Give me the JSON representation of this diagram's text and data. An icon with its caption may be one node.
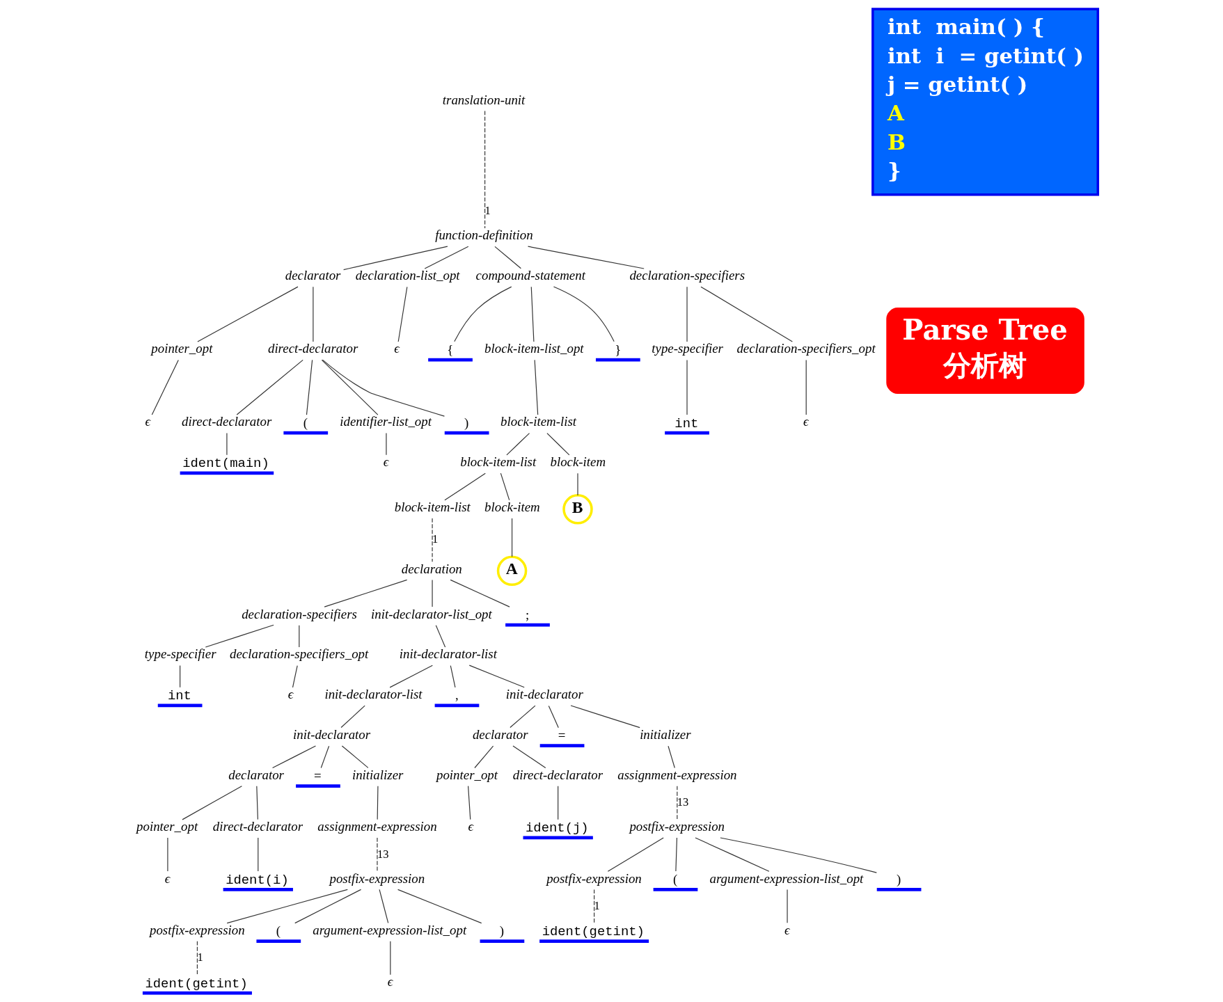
{
  "diagram": {
    "nodes": [
      {
        "text": [
          "translation-unit"
        ]
      },
      {
        "text": [
          "function-definition"
        ]
      },
      {
        "text": [
          "declarator"
        ]
      },
      {
        "text": [
          "declaration-list_opt"
        ]
      },
      {
        "text": [
          "compound-statement"
        ]
      },
      {
        "text": [
          "pointer_opt"
        ]
      },
      {
        "text": [
          "direct-declarator"
        ]
      },
      {
        "text": [
          "ϵ"
        ]
      },
      {
        "text": [
          "{"
        ]
      },
      {
        "text": [
          "block-item-list_opt"
        ]
      },
      {
        "text": [
          "}"
        ]
      },
      {
        "text": [
          "ϵ"
        ]
      },
      {
        "text": [
          "direct-declarator"
        ]
      },
      {
        "text": [
          "("
        ]
      },
      {
        "text": [
          "identifier-list_opt"
        ]
      },
      {
        "text": [
          ")"
        ]
      },
      {
        "text": [
          "block-item-list"
        ]
      },
      {
        "text": [
          "declaration-specifiers"
        ]
      },
      {
        "text": [
          "ident(main)"
        ]
      },
      {
        "text": [
          "ϵ"
        ]
      },
      {
        "text": [
          "block-item-list"
        ]
      },
      {
        "text": [
          "block-item"
        ]
      },
      {
        "text": [
          "type-specifier"
        ]
      },
      {
        "text": [
          "declaration-specifiers_opt"
        ]
      },
      {
        "text": [
          "block-item-list"
        ]
      },
      {
        "text": [
          "block-item"
        ]
      },
      {
        "text": [
          "B"
        ]
      },
      {
        "text": [
          "int"
        ]
      },
      {
        "text": [
          "ϵ"
        ]
      },
      {
        "text": [
          "A"
        ]
      },
      {
        "text": [
          "declaration"
        ]
      },
      {
        "text": [
          "declaration-specifiers"
        ]
      },
      {
        "text": [
          "init-declarator-list_opt"
        ]
      },
      {
        "text": [
          ";"
        ]
      },
      {
        "text": [
          "type-specifier"
        ]
      },
      {
        "text": [
          "declaration-specifiers_opt"
        ]
      },
      {
        "text": [
          "init-declarator-list"
        ]
      },
      {
        "text": [
          "int"
        ]
      },
      {
        "text": [
          "ϵ"
        ]
      },
      {
        "text": [
          "init-declarator-list"
        ]
      },
      {
        "text": [
          ","
        ]
      },
      {
        "text": [
          "init-declarator"
        ]
      },
      {
        "text": [
          "init-declarator"
        ]
      },
      {
        "text": [
          "declarator"
        ]
      },
      {
        "text": [
          "="
        ]
      },
      {
        "text": [
          "initializer"
        ]
      },
      {
        "text": [
          "declarator"
        ]
      },
      {
        "text": [
          "="
        ]
      },
      {
        "text": [
          "initializer"
        ]
      },
      {
        "text": [
          "pointer_opt"
        ]
      },
      {
        "text": [
          "direct-declarator"
        ]
      },
      {
        "text": [
          "assignment-expression"
        ]
      },
      {
        "text": [
          "pointer_opt"
        ]
      },
      {
        "text": [
          "direct-declarator"
        ]
      },
      {
        "text": [
          "assignment-expression"
        ]
      },
      {
        "text": [
          "ϵ"
        ]
      },
      {
        "text": [
          "ident(j)"
        ]
      },
      {
        "text": [
          "postfix-expression"
        ]
      },
      {
        "text": [
          "ϵ"
        ]
      },
      {
        "text": [
          "ident(i)"
        ]
      },
      {
        "text": [
          "postfix-expression"
        ]
      },
      {
        "text": [
          "postfix-expression"
        ]
      },
      {
        "text": [
          "("
        ]
      },
      {
        "text": [
          "argument-expression-list_opt"
        ]
      },
      {
        "text": [
          ")"
        ]
      },
      {
        "text": [
          "postfix-expression"
        ]
      },
      {
        "text": [
          "("
        ]
      },
      {
        "text": [
          "argument-expression-list_opt"
        ]
      },
      {
        "text": [
          ")"
        ]
      },
      {
        "text": [
          "ident(getint)"
        ]
      },
      {
        "text": [
          "ϵ"
        ]
      },
      {
        "text": [
          "ident(getint)"
        ]
      },
      {
        "text": [
          "ϵ"
        ]
      },
      {
        "text": [
          "int  main( ) {",
          "int  i  = getint( )",
          "j = getint( )",
          "A",
          "B",
          "}"
        ]
      },
      {
        "text": [
          "Parse Tree",
          "分析树"
        ]
      }
    ],
    "edges": [
      {
        "from": 0,
        "to": 1,
        "arrow": "none",
        "style": "dashed",
        "label": "1"
      },
      {
        "from": 1,
        "to": 17,
        "arrow": "none"
      },
      {
        "from": 1,
        "to": 2,
        "arrow": "none"
      },
      {
        "from": 1,
        "to": 3,
        "arrow": "none"
      },
      {
        "from": 1,
        "to": 4,
        "arrow": "none"
      },
      {
        "from": 2,
        "to": 5,
        "arrow": "none"
      },
      {
        "from": 2,
        "to": 6,
        "arrow": "none"
      },
      {
        "from": 3,
        "to": 7,
        "arrow": "none"
      },
      {
        "from": 4,
        "to": 8,
        "arrow": "none"
      },
      {
        "from": 4,
        "to": 9,
        "arrow": "none"
      },
      {
        "from": 4,
        "to": 10,
        "arrow": "none"
      },
      {
        "from": 5,
        "to": 11,
        "arrow": "none"
      },
      {
        "from": 6,
        "to": 12,
        "arrow": "none"
      },
      {
        "from": 6,
        "to": 13,
        "arrow": "none"
      },
      {
        "from": 6,
        "to": 14,
        "arrow": "none"
      },
      {
        "from": 6,
        "to": 15,
        "arrow": "none"
      },
      {
        "from": 9,
        "to": 16,
        "arrow": "none"
      },
      {
        "from": 12,
        "to": 18,
        "arrow": "none"
      },
      {
        "from": 14,
        "to": 19,
        "arrow": "none"
      },
      {
        "from": 16,
        "to": 20,
        "arrow": "none"
      },
      {
        "from": 16,
        "to": 21,
        "arrow": "none"
      },
      {
        "from": 17,
        "to": 22,
        "arrow": "none"
      },
      {
        "from": 17,
        "to": 23,
        "arrow": "none"
      },
      {
        "from": 20,
        "to": 24,
        "arrow": "none"
      },
      {
        "from": 20,
        "to": 25,
        "arrow": "none"
      },
      {
        "from": 21,
        "to": 26,
        "arrow": "none"
      },
      {
        "from": 22,
        "to": 27,
        "arrow": "none"
      },
      {
        "from": 23,
        "to": 28,
        "arrow": "none"
      },
      {
        "from": 25,
        "to": 29,
        "arrow": "none"
      },
      {
        "from": 24,
        "to": 30,
        "arrow": "none",
        "style": "dashed",
        "label": "1"
      },
      {
        "from": 30,
        "to": 31,
        "arrow": "none"
      },
      {
        "from": 30,
        "to": 32,
        "arrow": "none"
      },
      {
        "from": 30,
        "to": 33,
        "arrow": "none"
      },
      {
        "from": 31,
        "to": 34,
        "arrow": "none"
      },
      {
        "from": 31,
        "to": 35,
        "arrow": "none"
      },
      {
        "from": 32,
        "to": 36,
        "arrow": "none"
      },
      {
        "from": 34,
        "to": 37,
        "arrow": "none"
      },
      {
        "from": 35,
        "to": 38,
        "arrow": "none"
      },
      {
        "from": 36,
        "to": 39,
        "arrow": "none"
      },
      {
        "from": 36,
        "to": 40,
        "arrow": "none"
      },
      {
        "from": 36,
        "to": 41,
        "arrow": "none"
      },
      {
        "from": 39,
        "to": 42,
        "arrow": "none"
      },
      {
        "from": 42,
        "to": 46,
        "arrow": "none"
      },
      {
        "from": 42,
        "to": 47,
        "arrow": "none"
      },
      {
        "from": 42,
        "to": 48,
        "arrow": "none"
      },
      {
        "from": 41,
        "to": 43,
        "arrow": "none"
      },
      {
        "from": 41,
        "to": 44,
        "arrow": "none"
      },
      {
        "from": 41,
        "to": 45,
        "arrow": "none"
      },
      {
        "from": 46,
        "to": 52,
        "arrow": "none"
      },
      {
        "from": 46,
        "to": 53,
        "arrow": "none"
      },
      {
        "from": 48,
        "to": 54,
        "arrow": "none"
      },
      {
        "from": 43,
        "to": 49,
        "arrow": "none"
      },
      {
        "from": 43,
        "to": 50,
        "arrow": "none"
      },
      {
        "from": 45,
        "to": 51,
        "arrow": "none"
      },
      {
        "from": 52,
        "to": 58,
        "arrow": "none"
      },
      {
        "from": 53,
        "to": 59,
        "arrow": "none"
      },
      {
        "from": 54,
        "to": 60,
        "arrow": "none",
        "style": "dashed",
        "label": "13"
      },
      {
        "from": 49,
        "to": 55,
        "arrow": "none"
      },
      {
        "from": 50,
        "to": 56,
        "arrow": "none"
      },
      {
        "from": 51,
        "to": 57,
        "arrow": "none",
        "style": "dashed",
        "label": "13"
      },
      {
        "from": 60,
        "to": 65,
        "arrow": "none"
      },
      {
        "from": 60,
        "to": 66,
        "arrow": "none"
      },
      {
        "from": 60,
        "to": 67,
        "arrow": "none"
      },
      {
        "from": 60,
        "to": 68,
        "arrow": "none"
      },
      {
        "from": 57,
        "to": 61,
        "arrow": "none"
      },
      {
        "from": 57,
        "to": 62,
        "arrow": "none"
      },
      {
        "from": 57,
        "to": 63,
        "arrow": "none"
      },
      {
        "from": 57,
        "to": 64,
        "arrow": "none"
      },
      {
        "from": 65,
        "to": 71,
        "arrow": "none",
        "style": "dashed",
        "label": "1"
      },
      {
        "from": 67,
        "to": 72,
        "arrow": "none"
      },
      {
        "from": 61,
        "to": 69,
        "arrow": "none",
        "style": "dashed",
        "label": "1"
      },
      {
        "from": 63,
        "to": 70,
        "arrow": "none"
      }
    ]
  }
}
